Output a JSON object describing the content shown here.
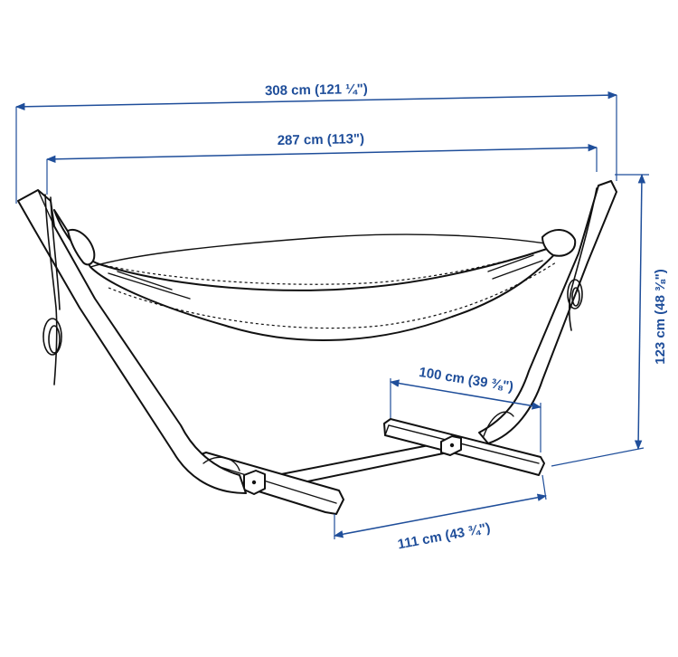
{
  "dimensions": {
    "overall_length": "308 cm (121 ¼\")",
    "fabric_length": "287 cm (113\")",
    "height": "123 cm (48 ⅜\")",
    "base_depth": "100 cm (39 ⅜\")",
    "base_width": "111 cm (43 ¾\")"
  },
  "colors": {
    "dimension": "#1f4e9a",
    "line_art": "#111111",
    "background": "#ffffff"
  }
}
